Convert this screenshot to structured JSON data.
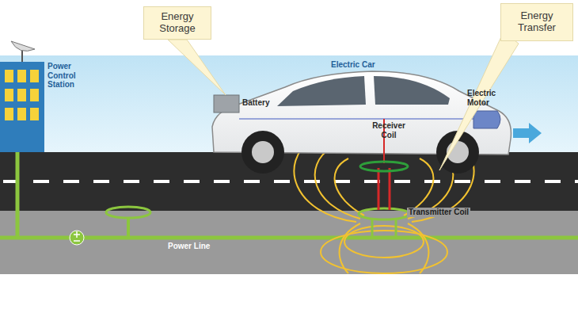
{
  "diagram": {
    "nodes": [
      {
        "text": [
          "Energy Storage"
        ]
      },
      {
        "text": [
          "Energy Transfer"
        ]
      }
    ],
    "labels": [
      "Power Control Station",
      "Electric Car",
      "Battery",
      "Receiver Coil",
      "Electric Motor",
      "Transmitter Coil",
      "Power Line"
    ]
  }
}
